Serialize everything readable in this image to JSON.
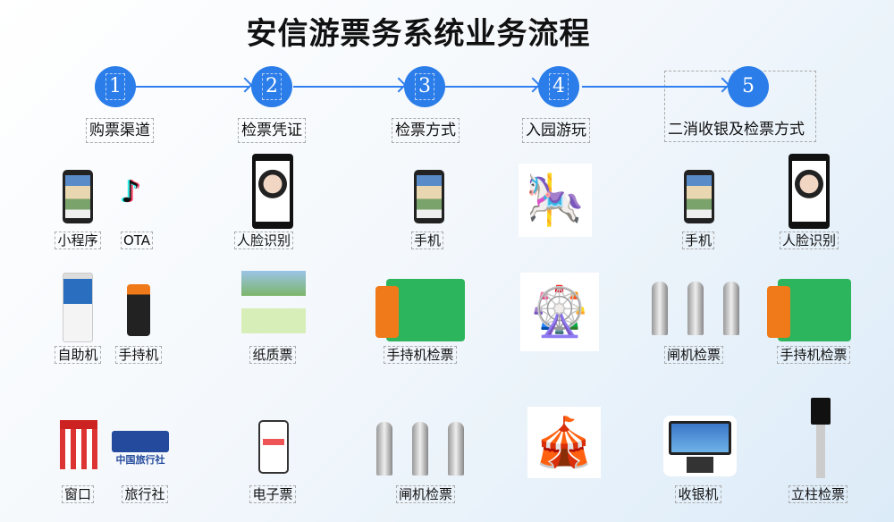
{
  "title": "安信游票务系统业务流程",
  "steps": [
    {
      "num": "1",
      "label": "购票渠道"
    },
    {
      "num": "2",
      "label": "检票凭证"
    },
    {
      "num": "3",
      "label": "检票方式"
    },
    {
      "num": "4",
      "label": "入园游玩"
    },
    {
      "num": "5",
      "label": "二消收银及检票方式"
    }
  ],
  "items": {
    "mini_program": "小程序",
    "ota": "OTA",
    "kiosk": "自助机",
    "handheld": "手持机",
    "window": "窗口",
    "travel_agency": "旅行社",
    "travel_agency_logo": "中国旅行社",
    "face1": "人脸识别",
    "paper": "纸质票",
    "eticket": "电子票",
    "phone3": "手机",
    "handheld_check3": "手持机检票",
    "gate3": "闸机检票",
    "phone5": "手机",
    "face5": "人脸识别",
    "gate5": "闸机检票",
    "handheld_check5": "手持机检票",
    "cashier": "收银机",
    "pillar": "立柱检票"
  },
  "colors": {
    "accent": "#2b7de9"
  }
}
